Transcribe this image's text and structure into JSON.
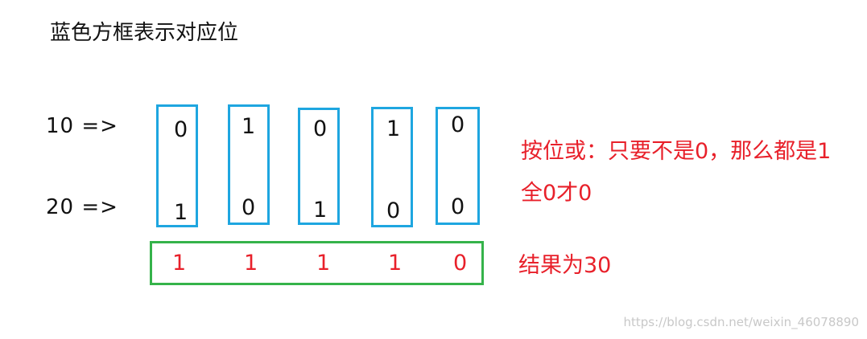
{
  "title": "蓝色方框表示对应位",
  "row_labels": {
    "first": "10 =>",
    "second": "20 =>"
  },
  "columns": [
    {
      "top": "0",
      "bottom": "1"
    },
    {
      "top": "1",
      "bottom": "0"
    },
    {
      "top": "0",
      "bottom": "1"
    },
    {
      "top": "1",
      "bottom": "0"
    },
    {
      "top": "0",
      "bottom": "0"
    }
  ],
  "result_bits": [
    "1",
    "1",
    "1",
    "1",
    "0"
  ],
  "notes": {
    "rule_line1": "按位或：只要不是0，那么都是1",
    "rule_line2": "全0才0",
    "result": "结果为30"
  },
  "watermark": "https://blog.csdn.net/weixin_46078890",
  "colors": {
    "column_border": "#1ea6e0",
    "result_border": "#35b34a",
    "highlight_text": "#e8202a"
  }
}
